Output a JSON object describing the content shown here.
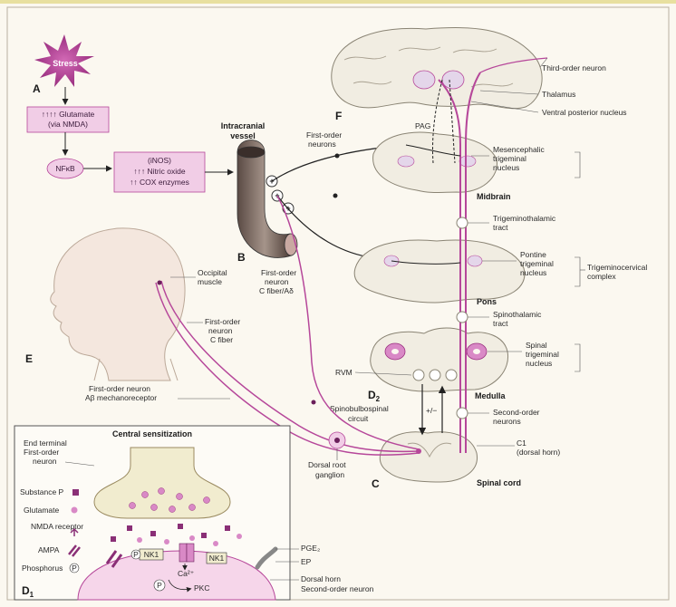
{
  "colors": {
    "accent_pink": "#c04a9a",
    "box_fill": "#f1cde6",
    "tract": "#b6479a",
    "background": "#fbf8f0"
  },
  "panels": {
    "a": "A",
    "b": "B",
    "c": "C",
    "d1": "D",
    "d1_sub": "1",
    "d2": "D",
    "d2_sub": "2",
    "e": "E",
    "f": "F"
  },
  "cascade": {
    "stress": "Stress",
    "glutamate_l1": "↑↑↑↑ Glutamate",
    "glutamate_l2": "(via NMDA)",
    "nfkb": "NFκB",
    "inos_l1": "(iNOS)",
    "inos_l2": "↑↑↑ Nitric oxide",
    "inos_l3": "↑↑ COX enzymes"
  },
  "vessel": {
    "title_l1": "Intracranial",
    "title_l2": "vessel",
    "plus": "+",
    "first_order_l1": "First-order",
    "first_order_l2": "neurons"
  },
  "head": {
    "occipital_l1": "Occipital",
    "occipital_l2": "muscle",
    "fo_c_l1": "First-order",
    "fo_c_l2": "neuron",
    "fo_c_l3": "C fiber",
    "fo_ab_l1": "First-order neuron",
    "fo_ab_l2": "Aβ mechanoreceptor",
    "fo_cad_l1": "First-order",
    "fo_cad_l2": "neuron",
    "fo_cad_l3": "C fiber/Aδ"
  },
  "brain": {
    "third_order": "Third-order neuron",
    "thalamus": "Thalamus",
    "vpn": "Ventral posterior nucleus",
    "pag": "PAG",
    "mesen_l1": "Mesencephalic",
    "mesen_l2": "trigeminal",
    "mesen_l3": "nucleus",
    "midbrain": "Midbrain",
    "trigthal_l1": "Trigeminothalamic",
    "trigthal_l2": "tract",
    "pontine_l1": "Pontine",
    "pontine_l2": "trigeminal",
    "pontine_l3": "nucleus",
    "trigcerv_l1": "Trigeminocervical",
    "trigcerv_l2": "complex",
    "pons": "Pons",
    "spinothal_l1": "Spinothalamic",
    "spinothal_l2": "tract",
    "spinal_l1": "Spinal",
    "spinal_l2": "trigeminal",
    "spinal_l3": "nucleus",
    "rvm": "RVM",
    "medulla": "Medulla",
    "sbs_l1": "Spinobulbospinal",
    "sbs_l2": "circuit",
    "plusminus": "+/−",
    "second_order_l1": "Second-order",
    "second_order_l2": "neurons",
    "c1_l1": "C1",
    "c1_l2": "(dorsal horn)",
    "spinal_cord": "Spinal cord",
    "drg_l1": "Dorsal root",
    "drg_l2": "ganglion"
  },
  "sensitization": {
    "title": "Central sensitization",
    "end_terminal_l1": "End terminal",
    "end_terminal_l2": "First-order",
    "end_terminal_l3": "neuron",
    "legend": [
      "Substance P",
      "Glutamate",
      "NMDA receptor",
      "AMPA",
      "Phosphorus"
    ],
    "nk1": "NK1",
    "ca": "Ca²⁺",
    "pkc": "PKC",
    "pge2": "PGE₂",
    "ep": "EP",
    "dorsal_l1": "Dorsal horn",
    "dorsal_l2": "Second-order neuron",
    "p": "P"
  }
}
